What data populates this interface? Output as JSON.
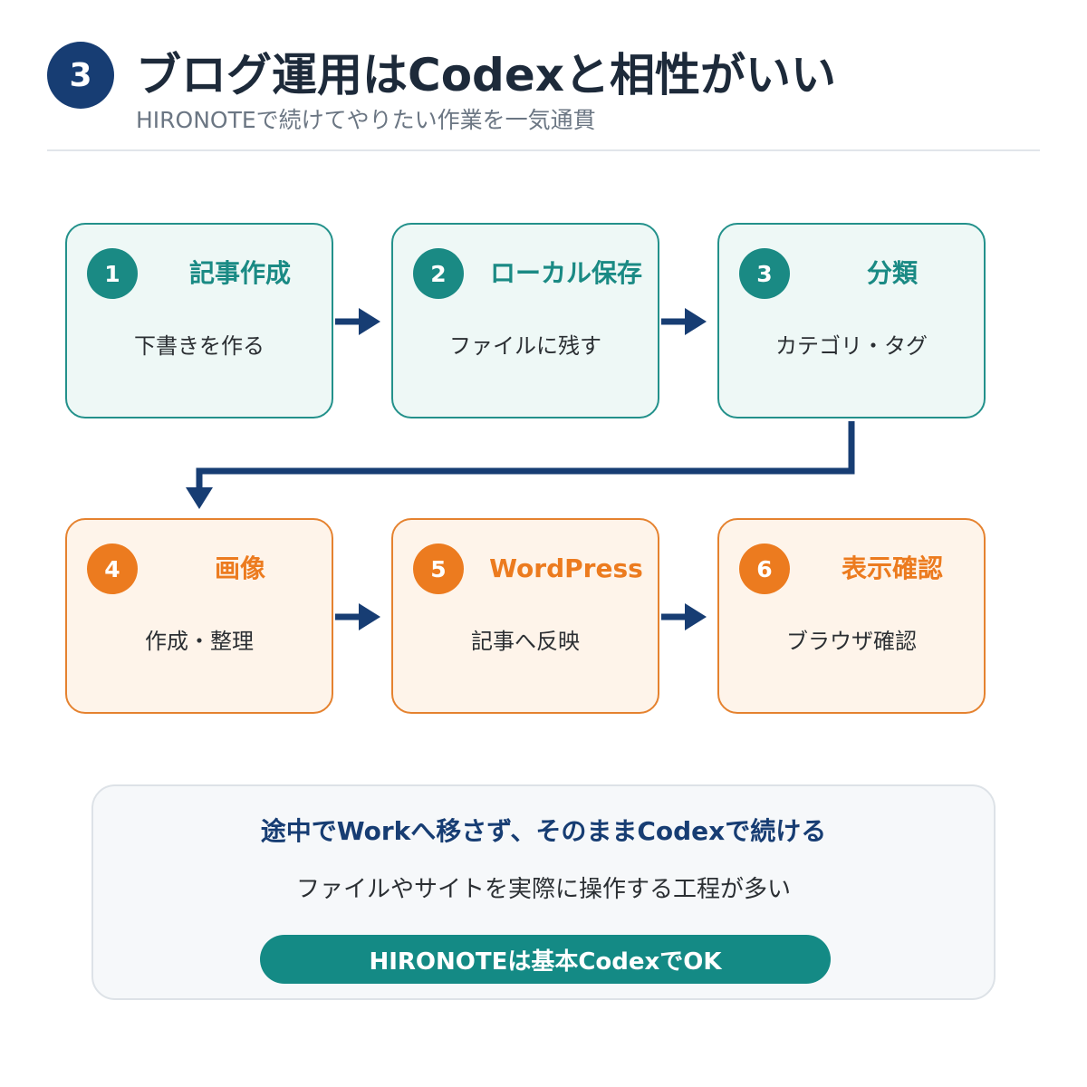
{
  "header": {
    "number": "3",
    "title": "ブログ運用はCodexと相性がいい",
    "subtitle": "HIRONOTEで続けてやりたい作業を一気通貫"
  },
  "steps": [
    {
      "number": "1",
      "title": "記事作成",
      "desc": "下書きを作る"
    },
    {
      "number": "2",
      "title": "ローカル保存",
      "desc": "ファイルに残す"
    },
    {
      "number": "3",
      "title": "分類",
      "desc": "カテゴリ・タグ"
    },
    {
      "number": "4",
      "title": "画像",
      "desc": "作成・整理"
    },
    {
      "number": "5",
      "title": "WordPress",
      "desc": "記事へ反映"
    },
    {
      "number": "6",
      "title": "表示確認",
      "desc": "ブラウザ確認"
    }
  ],
  "summary": {
    "heading": "途中でWorkへ移さず、そのままCodexで続ける",
    "text": "ファイルやサイトを実際に操作する工程が多い",
    "pill": "HIRONOTEは基本CodexでOK"
  },
  "colors": {
    "navy": "#173d73",
    "teal": "#1a8a84",
    "orange": "#ec7b1f"
  }
}
